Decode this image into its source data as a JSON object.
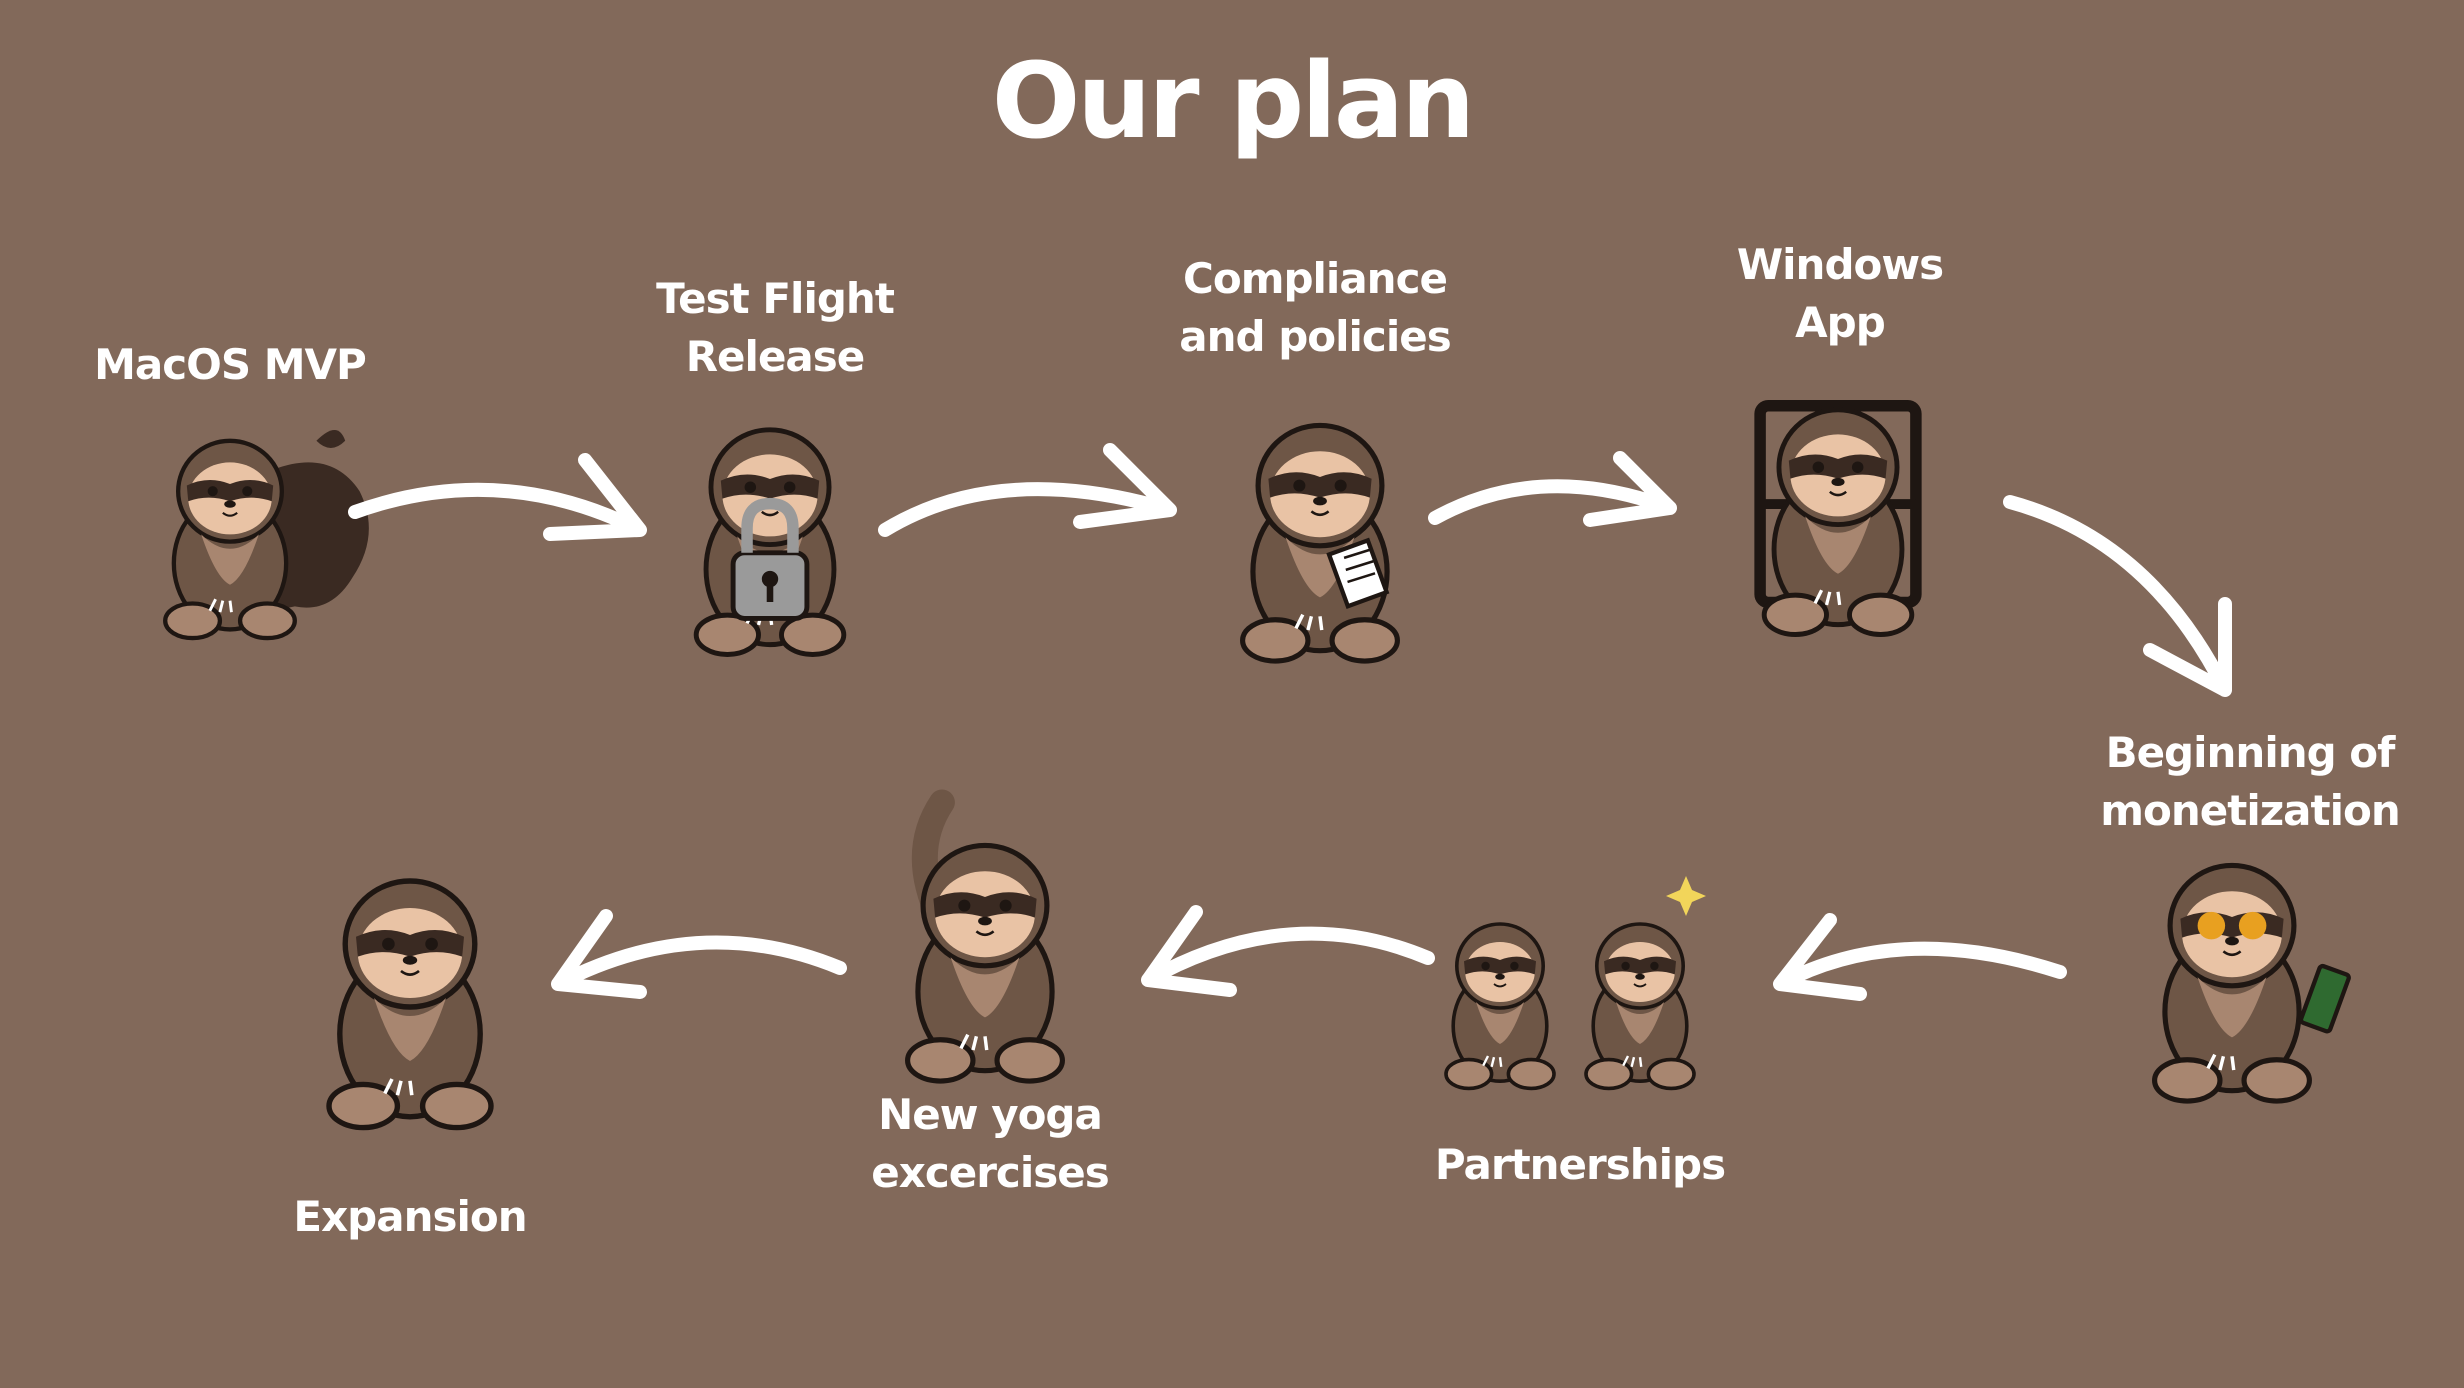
{
  "title": "Our plan",
  "colors": {
    "background": "#82695A",
    "text": "#FFFFFF",
    "arrow": "#FFFFFF",
    "sloth_fur": "#6E5646",
    "sloth_face": "#E9C3A5",
    "sloth_mask": "#3A2A22",
    "outline": "#1E1612"
  },
  "steps": [
    {
      "lines": [
        "MacOS MVP"
      ],
      "icon": "sloth-hugging-apple-icon"
    },
    {
      "lines": [
        "Test Flight",
        "Release"
      ],
      "icon": "sloth-with-padlock-icon"
    },
    {
      "lines": [
        "Compliance",
        "and policies"
      ],
      "icon": "sloth-holding-document-icon"
    },
    {
      "lines": [
        "Windows",
        "App"
      ],
      "icon": "sloth-in-window-icon"
    },
    {
      "lines": [
        "Beginning of",
        "monetization"
      ],
      "icon": "sloth-with-money-icon"
    },
    {
      "lines": [
        "Partnerships"
      ],
      "icon": "sloths-shaking-hands-icon"
    },
    {
      "lines": [
        "New yoga",
        "excercises"
      ],
      "icon": "sloth-stretching-icon"
    },
    {
      "lines": [
        "Expansion"
      ],
      "icon": "sloth-sitting-icon"
    }
  ]
}
